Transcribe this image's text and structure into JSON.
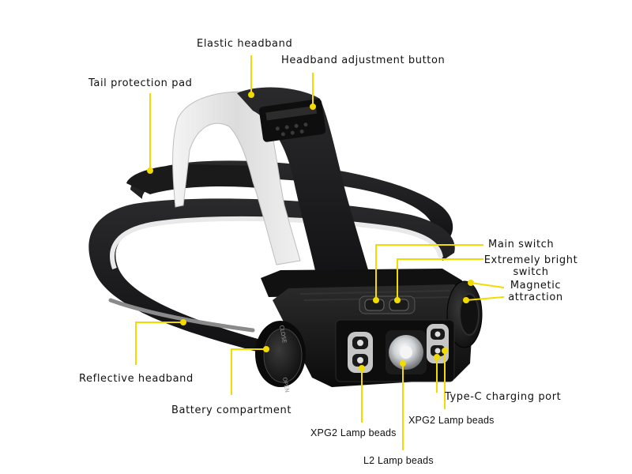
{
  "callouts": {
    "elastic_headband": "Elastic headband",
    "headband_adjustment_button": "Headband adjustment button",
    "tail_protection_pad": "Tail protection pad",
    "main_switch": "Main switch",
    "extremely_bright_switch_line1": "Extremely bright",
    "extremely_bright_switch_line2": "switch",
    "magnetic_attraction_line1": "Magnetic",
    "magnetic_attraction_line2": "attraction",
    "reflective_headband": "Reflective headband",
    "battery_compartment": "Battery compartment",
    "type_c_charging_port": "Type-C charging port",
    "xpg2_lamp_beads_left": "XPG2 Lamp beads",
    "xpg2_lamp_beads_right": "XPG2 Lamp beads",
    "l2_lamp_beads": "L2 Lamp beads"
  },
  "cap_text": {
    "close": "CLOSE",
    "open": "OPEN"
  },
  "colors": {
    "leader_line": "#f2dc00",
    "strap": "#1c1c1e",
    "housing": "#141414",
    "label_text": "#111111"
  }
}
